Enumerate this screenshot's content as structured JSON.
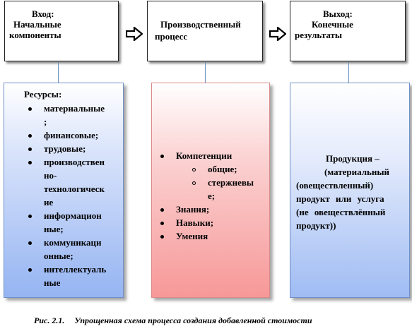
{
  "top": {
    "input": {
      "line1": "Вход:",
      "line2": "Начальные",
      "line3": "компоненты"
    },
    "process": {
      "line1": "Производственный",
      "line2": "процесс"
    },
    "output": {
      "line1": "Выход:",
      "line2": "Конечные",
      "line3": "результаты"
    }
  },
  "resources": {
    "title": "Ресурсы:",
    "items": [
      [
        "материальные",
        ";"
      ],
      [
        "финансовые;"
      ],
      [
        "трудовые;"
      ],
      [
        "производствен",
        "но-",
        "технологическ",
        "ие"
      ],
      [
        "информацион",
        "ные;"
      ],
      [
        "коммуникаци",
        "онные;"
      ],
      [
        "интеллектуаль",
        "ные"
      ]
    ]
  },
  "process": {
    "items": [
      {
        "text": "Компетенции",
        "sub": [
          [
            "общие;"
          ],
          [
            "стержневы",
            "е;"
          ]
        ]
      },
      {
        "text": "Знания;"
      },
      {
        "text": "Навыки;"
      },
      {
        "text": "Умения"
      }
    ]
  },
  "product": {
    "lines": [
      "Продукция –",
      "(материальный",
      "(овеществленный)",
      "продукт или услуга",
      "(не овеществлённый",
      "продукт))"
    ]
  },
  "caption": {
    "number": "Рис. 2.1.",
    "text": "Упрощенная схема процесса создания добавленной стоимости"
  },
  "colors": {
    "resources_fill": "#95b4f2",
    "process_fill": "#f79898",
    "product_fill": "#9fbcf3",
    "connector": "#6a8fc0"
  }
}
